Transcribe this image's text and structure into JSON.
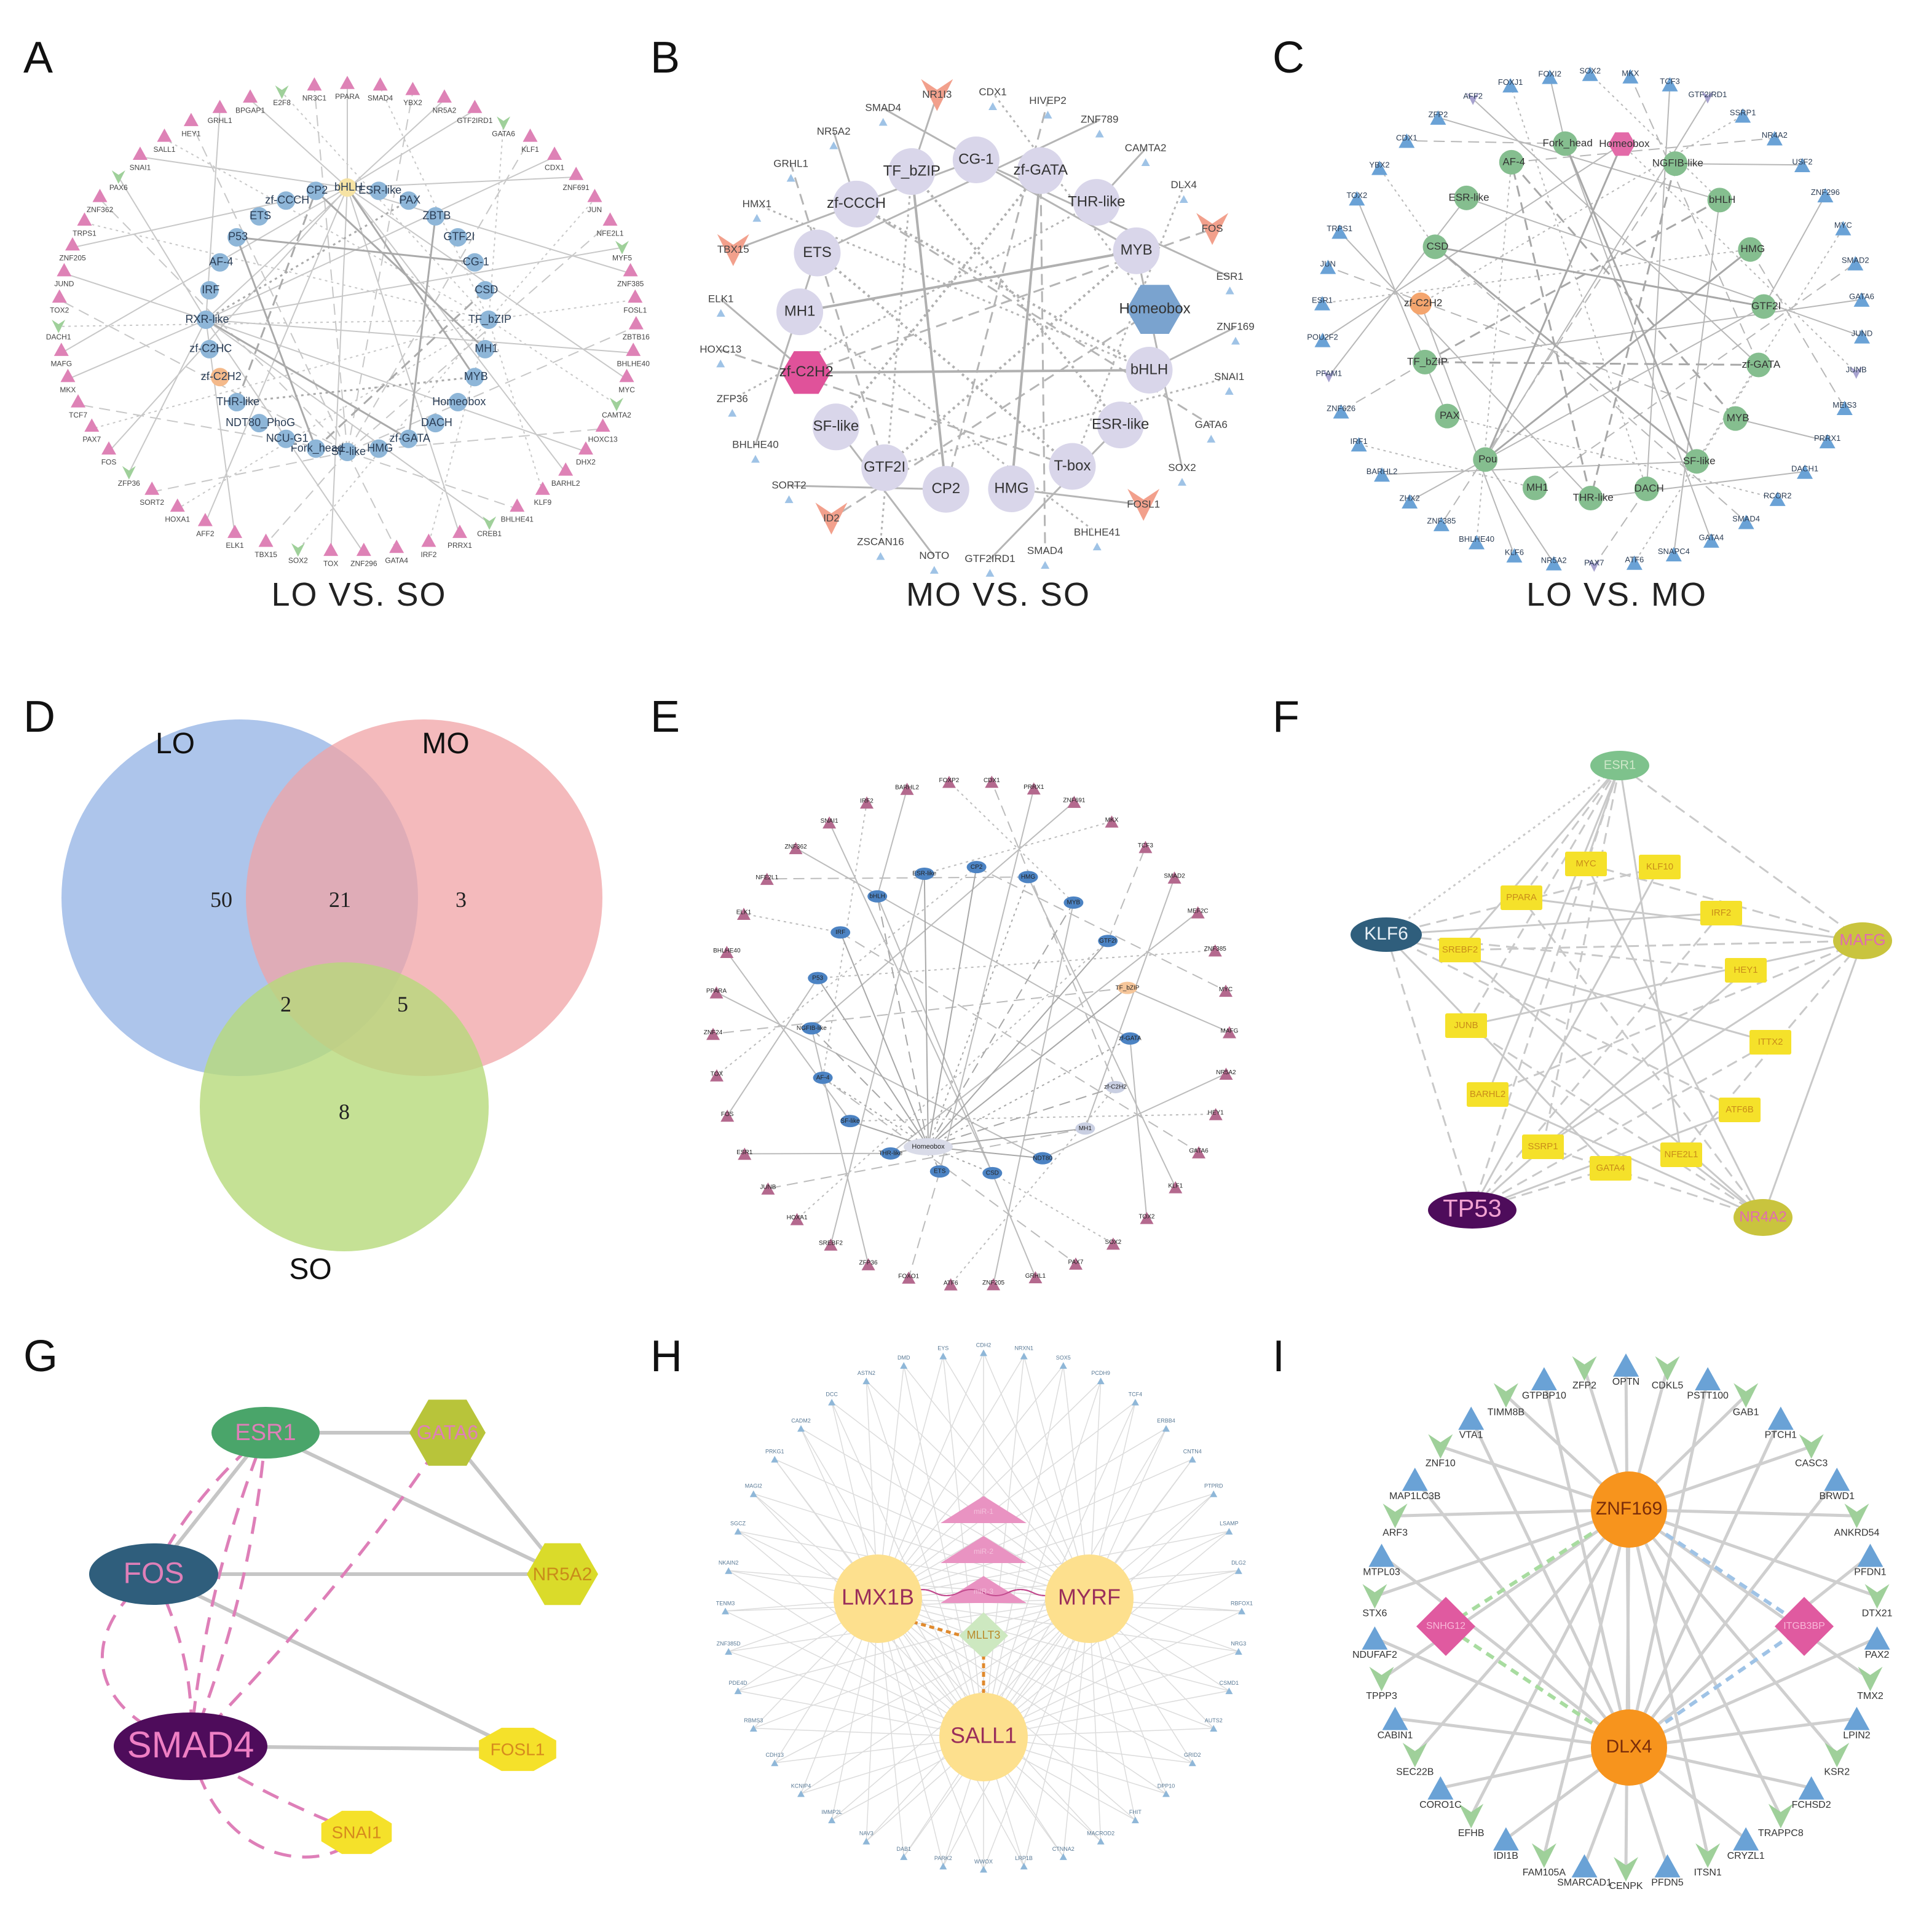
{
  "panels": {
    "A": {
      "label": "A",
      "caption": "LO VS. SO",
      "tf_families": [
        "bHLH",
        "ESR-like",
        "PAX",
        "ZBTB",
        "GTF2I",
        "CG-1",
        "CSD",
        "TF_bZIP",
        "MH1",
        "MYB",
        "Homeobox",
        "DACH",
        "zf-GATA",
        "HMG",
        "SF-like",
        "Fork_head",
        "NCU-G1",
        "NDT80_PhoG",
        "THR-like",
        "zf-C2H2",
        "zf-C2HC",
        "RXR-like",
        "IRF",
        "AF-4",
        "P53",
        "ETS",
        "zf-CCCH",
        "CP2"
      ],
      "targets": [
        "PPARA",
        "SMAD4",
        "YBX2",
        "NR5A2",
        "GTF2IRD1",
        "GATA6",
        "KLF1",
        "CDX1",
        "ZNF691",
        "JUN",
        "NFE2L1",
        "MYF5",
        "ZNF385",
        "FOSL1",
        "ZBTB16",
        "BHLHE40",
        "MYC",
        "CAMTA2",
        "HOXC13",
        "DHX2",
        "BARHL2",
        "KLF9",
        "BHLHE41",
        "CREB1",
        "PRRX1",
        "IRF2",
        "GATA4",
        "ZNF296",
        "TOX",
        "SOX2",
        "TBX15",
        "ELK1",
        "AFF2",
        "HOXA1",
        "SORT2",
        "ZFP36",
        "FOS",
        "PAX7",
        "TCF7",
        "MKX",
        "MAFG",
        "DACH1",
        "TOX2",
        "JUND",
        "ZNF205",
        "TRPS1",
        "ZNF362",
        "PAX6",
        "SNAI1",
        "SALL1",
        "HEY1",
        "GRHL1",
        "BPGAP1",
        "E2F8",
        "NR3C1"
      ]
    },
    "B": {
      "label": "B",
      "caption": "MO VS. SO",
      "tf_families": [
        "TF_bZIP",
        "CG-1",
        "zf-GATA",
        "THR-like",
        "MYB",
        "Homeobox",
        "bHLH",
        "ESR-like",
        "T-box",
        "HMG",
        "CP2",
        "GTF2I",
        "SF-like",
        "zf-C2H2",
        "MH1",
        "ETS",
        "zf-CCCH"
      ],
      "targets": [
        "NR1I3",
        "CDX1",
        "HIVEP2",
        "ZNF789",
        "CAMTA2",
        "DLX4",
        "FOS",
        "ESR1",
        "ZNF169",
        "SNAI1",
        "GATA6",
        "SOX2",
        "FOSL1",
        "BHLHE41",
        "SMAD4",
        "GTF2IRD1",
        "NOTO",
        "ZSCAN16",
        "ID2",
        "SORT2",
        "BHLHE40",
        "ZFP36",
        "HOXC13",
        "ELK1",
        "TBX15",
        "HMX1",
        "GRHL1",
        "NR5A2",
        "SMAD4"
      ]
    },
    "C": {
      "label": "C",
      "caption": "LO VS. MO",
      "tf_families": [
        "Fork_head",
        "Homeobox",
        "NGFIB-like",
        "bHLH",
        "HMG",
        "GTF2I",
        "zf-GATA",
        "MYB",
        "SF-like",
        "DACH",
        "THR-like",
        "MH1",
        "Pou",
        "PAX",
        "TF_bZIP",
        "zf-C2H2",
        "CSD",
        "ESR-like",
        "AF-4"
      ],
      "targets": [
        "FOXI2",
        "SOX2",
        "MKX",
        "TCF3",
        "GTF2IRD1",
        "SSRP1",
        "NR4A2",
        "USF2",
        "ZNF296",
        "MYC",
        "SMAD2",
        "GATA6",
        "JUND",
        "JUNB",
        "MEIS3",
        "PRRX1",
        "DACH1",
        "RCOR2",
        "SMAD4",
        "GATA4",
        "SNAPC4",
        "ATF6",
        "PAX7",
        "NR5A2",
        "KLF6",
        "BHLHE40",
        "ZNF385",
        "ZHX2",
        "BARHL2",
        "IRF1",
        "ZNF626",
        "PFAM1",
        "POU2F2",
        "ESR1",
        "JUN",
        "TRPS1",
        "TOX2",
        "YBX2",
        "CDX1",
        "ZFP2",
        "AFF2",
        "FOXJ1"
      ]
    },
    "D": {
      "label": "D",
      "sets": [
        {
          "name": "LO",
          "color": "#9fbbe8"
        },
        {
          "name": "MO",
          "color": "#f0a3a6"
        },
        {
          "name": "SO",
          "color": "#b7d97a"
        }
      ],
      "counts": {
        "lo_only": "50",
        "lo_mo": "21",
        "mo_only": "3",
        "lo_so": "2",
        "mo_so": "5",
        "so_only": "8"
      }
    },
    "E": {
      "label": "E",
      "center": "Homeobox",
      "families": [
        "bHLH",
        "ESR-like",
        "CP2",
        "HMG",
        "MYB",
        "GTF2I",
        "TF_bZIP",
        "zf-GATA",
        "zf-C2H2",
        "MH1",
        "NDT80",
        "CSD",
        "ETS",
        "THR-like",
        "SF-like",
        "AF-4",
        "NGFIB-like",
        "P53",
        "IRF"
      ],
      "targets": [
        "BARHL2",
        "FOXP2",
        "CDX1",
        "PRRX1",
        "ZNF691",
        "MKX",
        "TCF3",
        "SMAD2",
        "MEF2C",
        "ZNF385",
        "MYC",
        "MAFG",
        "NR5A2",
        "HEY1",
        "GATA6",
        "KLF1",
        "TOX2",
        "SOX2",
        "PAX7",
        "GRHL1",
        "ZNF205",
        "ATF6",
        "FOXO1",
        "ZFP36",
        "SREBF2",
        "HOXA1",
        "JUNB",
        "ESR1",
        "FOS",
        "TOX",
        "ZNF24",
        "PPARA",
        "BHLHE40",
        "ELK1",
        "NFE2L1",
        "ZNF362",
        "SNAI1",
        "IRF2"
      ]
    },
    "F": {
      "label": "F",
      "hubs": [
        "ESR1",
        "KLF6",
        "MAFG",
        "TP53",
        "NR4A2"
      ],
      "targets": [
        "MYC",
        "KLF10",
        "PPARA",
        "IRF2",
        "SREBF2",
        "HEY1",
        "JUNB",
        "ITTX2",
        "BARHL2",
        "ATF6B",
        "SSRP1",
        "GATA4",
        "NFE2L1"
      ]
    },
    "G": {
      "label": "G",
      "nodes": [
        "ESR1",
        "GATA6",
        "FOS",
        "NR5A2",
        "SMAD4",
        "FOSL1",
        "SNAI1"
      ]
    },
    "H": {
      "label": "H",
      "hubs": [
        "LMX1B",
        "MYRF",
        "SALL1",
        "MLLT3"
      ],
      "mirnas": [
        "miR-1",
        "miR-2",
        "miR-3"
      ],
      "targets": [
        "CDH2",
        "NRXN1",
        "SOX5",
        "PCDH9",
        "TCF4",
        "ERBB4",
        "CNTN4",
        "PTPRD",
        "LSAMP",
        "DLG2",
        "RBFOX1",
        "NRG3",
        "CSMD1",
        "AUTS2",
        "GRID2",
        "DPP10",
        "FHIT",
        "MACROD2",
        "CTNNA2",
        "LRP1B",
        "WWOX",
        "PARK2",
        "DAB1",
        "NAV3",
        "IMMP2L",
        "KCNIP4",
        "CDH13",
        "RBMS3",
        "PDE4D",
        "ZNF385D",
        "TENM3",
        "NKAIN2",
        "SGCZ",
        "MAGI2",
        "PRKG1",
        "CADM2",
        "DCC",
        "ASTN2",
        "DMD",
        "EYS"
      ]
    },
    "I": {
      "label": "I",
      "hubs": [
        "ZNF169",
        "DLX4"
      ],
      "mirnas": [
        "SNHG12",
        "ITGB3BP"
      ],
      "targets": [
        "OPTN",
        "CDKL5",
        "PSTT100",
        "GAB1",
        "PTCH1",
        "CASC3",
        "BRWD1",
        "ANKRD54",
        "PFDN1",
        "DTX21",
        "PAX2",
        "TMX2",
        "LPIN2",
        "KSR2",
        "FCHSD2",
        "TRAPPC8",
        "CRYZL1",
        "ITSN1",
        "PFDN5",
        "CENPK",
        "SMARCAD1",
        "FAM105A",
        "IDI1B",
        "EFHB",
        "CORO1C",
        "SEC22B",
        "CABIN1",
        "TPPP3",
        "NDUFAF2",
        "STX6",
        "MTPL03",
        "ARF3",
        "MAP1LC3B",
        "ZNF10",
        "VTA1",
        "TIMM8B",
        "GTPBP10",
        "ZFP2"
      ]
    }
  },
  "colors": {
    "tf_blue": "#8eb6d8",
    "target_pink": "#de82b6",
    "target_green": "#9fd09a",
    "lavender": "#d9d6ea",
    "homeobox_blue": "#7aa3cf",
    "salmon": "#f2a08c",
    "magenta": "#e0529a",
    "sage": "#85be8f",
    "triangle_blue": "#6aa2d6",
    "yellow": "#f5e12a",
    "dark_teal": "#2f5e7c",
    "dark_purple": "#4e0c5b",
    "olive": "#c9c43e",
    "orange": "#f7941d",
    "pale_orange": "#fde08e",
    "edge_grey": "#c8c8c8"
  }
}
